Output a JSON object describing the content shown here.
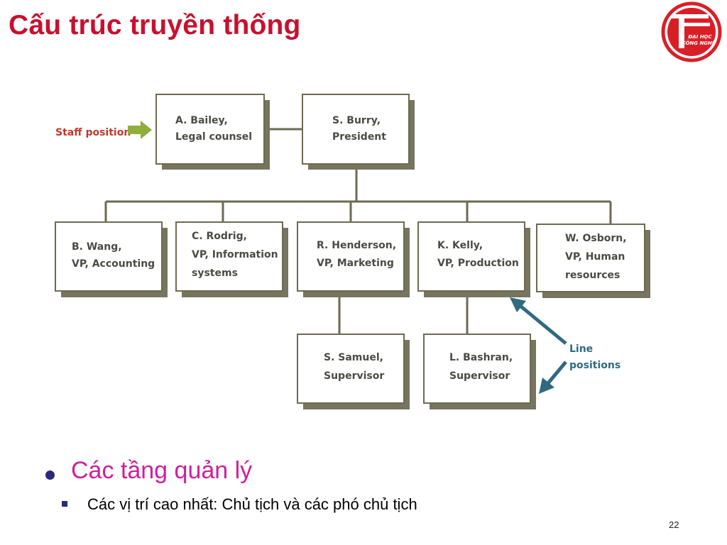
{
  "slide": {
    "title": "Cấu trúc truyền thống",
    "page_number": "22",
    "logo": {
      "text_top": "ĐẠI HỌC",
      "text_bottom": "CÔNG NGHỆ",
      "color": "#d91f26"
    }
  },
  "diagram": {
    "colors": {
      "box_border": "#6e6a52",
      "shadow": "#77745f",
      "connector": "#6e6a52",
      "staff_arrow": "#8fae3a",
      "staff_label": "#c0392b",
      "line_arrow": "#2f6a7f",
      "line_label": "#2f6a7f"
    },
    "staff_label": "Staff position",
    "line_label": [
      "Line",
      "positions"
    ],
    "boxes": {
      "bailey": [
        "A. Bailey,",
        "Legal counsel"
      ],
      "burry": [
        "S. Burry,",
        "President"
      ],
      "wang": [
        "B. Wang,",
        "VP, Accounting"
      ],
      "rodrig": [
        "C. Rodrig,",
        "VP, Information",
        "systems"
      ],
      "henderson": [
        "R. Henderson,",
        "VP, Marketing"
      ],
      "kelly": [
        "K. Kelly,",
        "VP, Production"
      ],
      "osborn": [
        "W. Osborn,",
        "VP, Human",
        "resources"
      ],
      "samuel": [
        "S. Samuel,",
        "Supervisor"
      ],
      "bashran": [
        "L. Bashran,",
        "Supervisor"
      ]
    }
  },
  "bullets": [
    {
      "text": "Các tầng quản lý",
      "level": 1
    },
    {
      "text": "Các vị trí cao nhất: Chủ tịch và các phó chủ tịch",
      "level": 2
    }
  ]
}
